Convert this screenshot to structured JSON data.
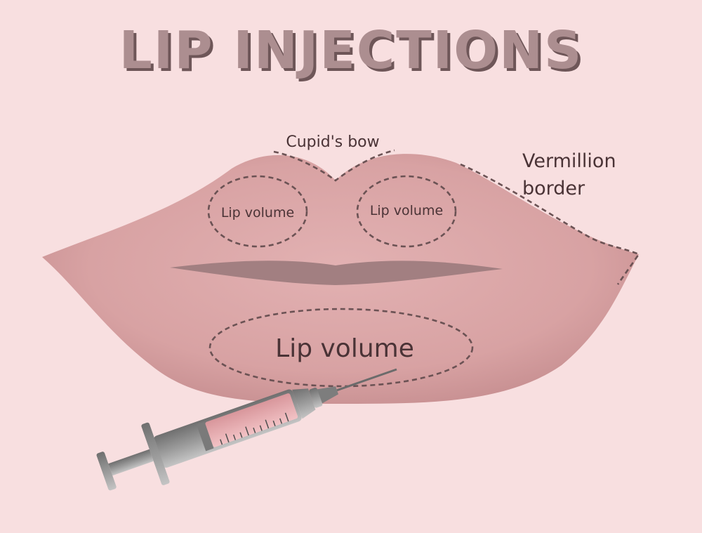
{
  "title": "LIP INJECTIONS",
  "labels": {
    "cupids_bow": "Cupid's bow",
    "vermillion_line1": "Vermillion",
    "vermillion_line2": "border",
    "lip_volume_upper_left": "Lip volume",
    "lip_volume_upper_right": "Lip volume",
    "lip_volume_lower": "Lip volume"
  },
  "colors": {
    "background": "#f8dfe0",
    "lip": "#d9a4a5",
    "mouth_line": "#a27f81",
    "title_fill": "#ac8e90",
    "title_shadow": "#6e5658",
    "dashes": "#6b5254",
    "syringe_body": "#9b9b9b",
    "syringe_fill": "#e5a9ad"
  },
  "icons": [
    "syringe-icon"
  ]
}
